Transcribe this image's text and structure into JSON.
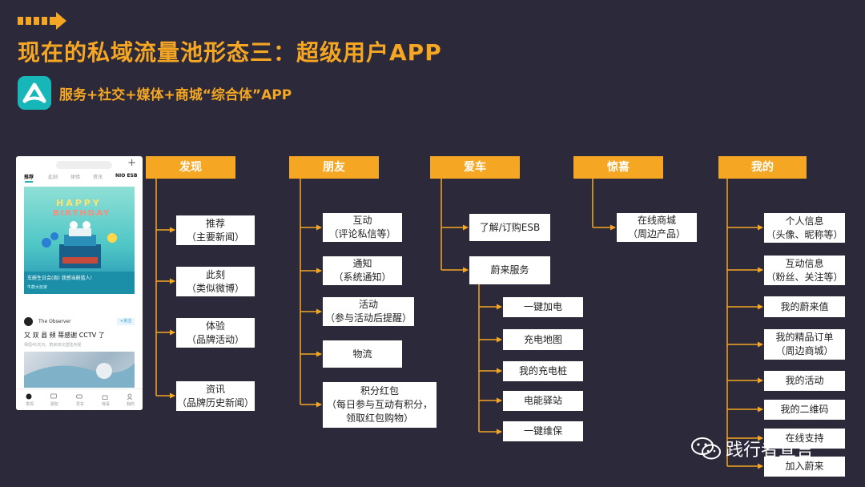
{
  "title": "现在的私域流量池形态三：超级用户APP",
  "subtitle": "服务+社交+媒体+商城“综合体”APP",
  "colors": {
    "background": "#2c2a3a",
    "accent": "#f5a623",
    "node": "#ffffff",
    "logo": "#17b7b9"
  },
  "phone": {
    "tabs": [
      "推荐",
      "此刻",
      "体验",
      "资讯",
      "NIO ESB"
    ],
    "banner_line1": "HAPPY",
    "banner_line2": "BIRTHDAY",
    "banner_caption": "车蔚生日会(周) 我感当蔚蓝人!",
    "banner_sub": "牛蔚大玩家",
    "post_author": "The Observer",
    "post_badge": "+关注",
    "post_title": "又 双 县 频 蒂感谢 CCTV 了",
    "post_meta": "相恒45天内，蔚来四次登陆央视",
    "nav": [
      "发现",
      "朋友",
      "爱车",
      "惊喜",
      "我的"
    ]
  },
  "diagram": {
    "categories": [
      {
        "label": "发现",
        "items": [
          [
            "推荐",
            "（主要新闻）"
          ],
          [
            "此刻",
            "（类似微博）"
          ],
          [
            "体验",
            "（品牌活动）"
          ],
          [
            "资讯",
            "（品牌历史新闻）"
          ]
        ]
      },
      {
        "label": "朋友",
        "items": [
          [
            "互动",
            "（评论私信等）"
          ],
          [
            "通知",
            "（系统通知）"
          ],
          [
            "活动",
            "（参与活动后提醒）"
          ],
          [
            "物流"
          ],
          [
            "积分红包",
            "（每日参与互动有积分，",
            "领取红包购物）"
          ]
        ]
      },
      {
        "label": "爱车",
        "items": [
          [
            "了解/订购ESB"
          ],
          [
            "蔚来服务"
          ]
        ],
        "sub_items": [
          [
            "一键加电"
          ],
          [
            "充电地图"
          ],
          [
            "我的充电桩"
          ],
          [
            "电能驿站"
          ],
          [
            "一键维保"
          ]
        ]
      },
      {
        "label": "惊喜",
        "items": [
          [
            "在线商城",
            "（周边产品）"
          ]
        ]
      },
      {
        "label": "我的",
        "items": [
          [
            "个人信息",
            "（头像、昵称等）"
          ],
          [
            "互动信息",
            "（粉丝、关注等）"
          ],
          [
            "我的蔚来值"
          ],
          [
            "我的精品订单",
            "（周边商城）"
          ],
          [
            "我的活动"
          ],
          [
            "我的二维码"
          ],
          [
            "在线支持"
          ],
          [
            "加入蔚来"
          ]
        ]
      }
    ]
  },
  "watermark": "践行者宣言"
}
